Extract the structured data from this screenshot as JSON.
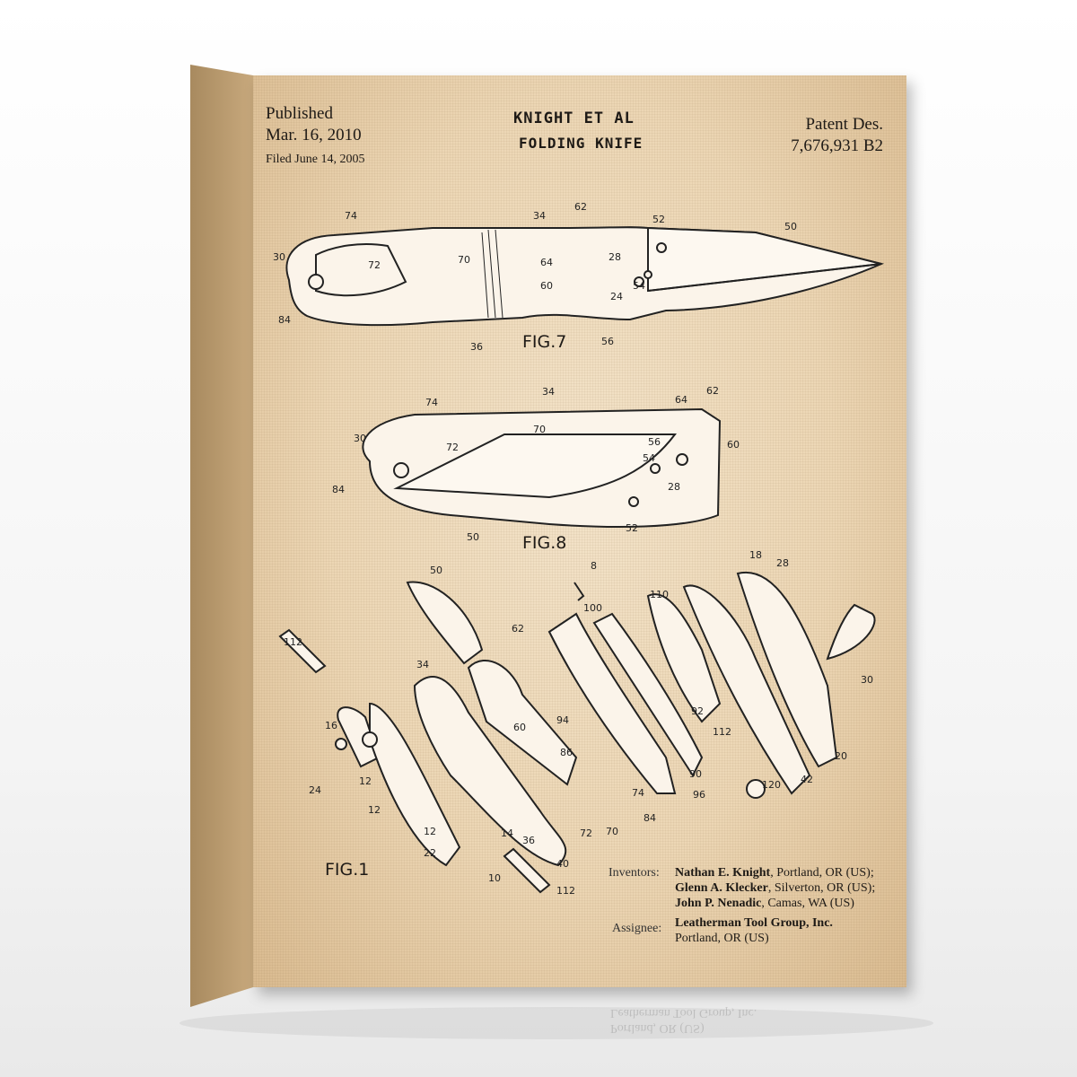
{
  "header": {
    "published_label": "Published",
    "published_date": "Mar. 16, 2010",
    "filed": "Filed June 14, 2005",
    "title_line1": "KNIGHT ET AL",
    "title_line2": "FOLDING KNIFE",
    "patent_label": "Patent Des.",
    "patent_number": "7,676,931 B2"
  },
  "figures": {
    "fig7": "FIG.7",
    "fig8": "FIG.8",
    "fig1": "FIG.1",
    "fig7_refs": [
      "74",
      "34",
      "62",
      "52",
      "50",
      "30",
      "72",
      "70",
      "64",
      "28",
      "54",
      "60",
      "24",
      "84",
      "36",
      "56"
    ],
    "fig8_refs": [
      "74",
      "34",
      "64",
      "62",
      "30",
      "70",
      "72",
      "56",
      "60",
      "54",
      "84",
      "28",
      "50",
      "52"
    ],
    "fig1_refs": [
      "50",
      "8",
      "18",
      "28",
      "110",
      "100",
      "62",
      "112",
      "34",
      "30",
      "16",
      "60",
      "94",
      "92",
      "112",
      "86",
      "20",
      "24",
      "12",
      "90",
      "96",
      "120",
      "42",
      "74",
      "12",
      "84",
      "12",
      "72",
      "70",
      "22",
      "14",
      "36",
      "40",
      "10",
      "112"
    ]
  },
  "inventors": {
    "label": "Inventors:",
    "list": [
      {
        "name": "Nathan E. Knight",
        "place": ", Portland, OR (US);"
      },
      {
        "name": "Glenn A. Klecker",
        "place": ", Silverton, OR (US);"
      },
      {
        "name": "John P. Nenadic",
        "place": ", Camas, WA (US)"
      }
    ]
  },
  "assignee": {
    "label": "Assignee:",
    "name": "Leatherman Tool Group, Inc.",
    "place": "Portland, OR (US)"
  },
  "colors": {
    "paper": "#ecd6b4",
    "ink": "#1e1a16",
    "side": "#b99a6e"
  }
}
